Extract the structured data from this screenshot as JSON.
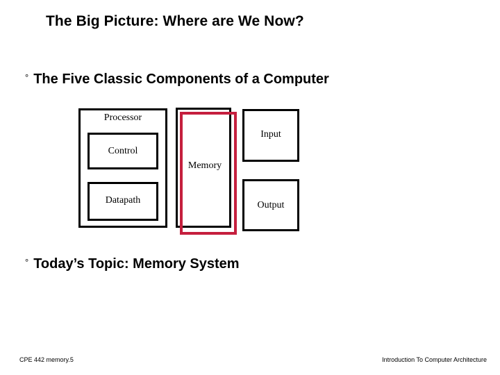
{
  "slide": {
    "title": "The Big Picture: Where are We Now?",
    "bullet_glyph": "°",
    "bullets": [
      {
        "text": "The Five Classic Components of a Computer"
      },
      {
        "text": "Today’s Topic: Memory System"
      }
    ],
    "diagram": {
      "processor_label": "Processor",
      "control_label": "Control",
      "datapath_label": "Datapath",
      "memory_label": "Memory",
      "input_label": "Input",
      "output_label": "Output",
      "highlight_color": "#C51F3E",
      "box_color": "#000000",
      "highlighted_component": "Memory"
    },
    "footer": {
      "left": "CPE 442  memory.5",
      "right": "Introduction To Computer Architecture"
    }
  }
}
